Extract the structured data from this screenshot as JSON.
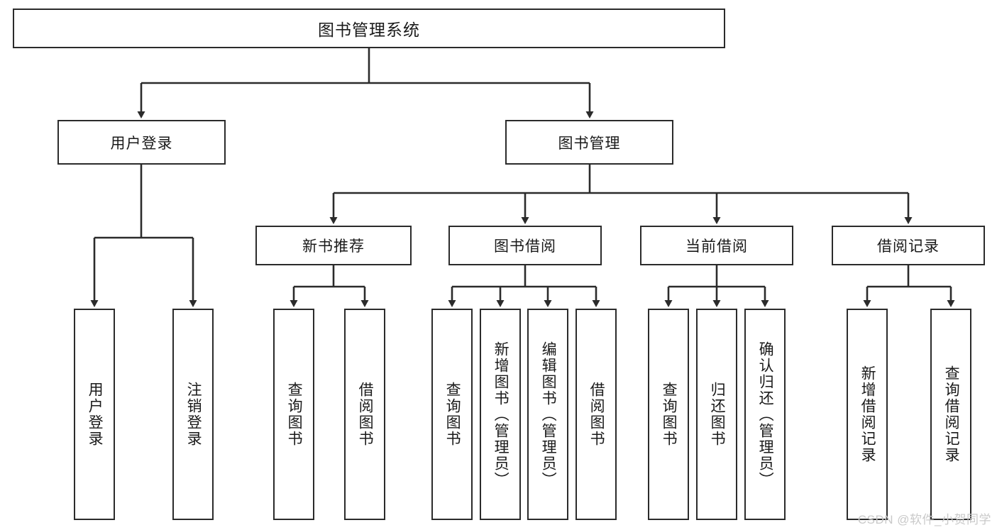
{
  "diagram": {
    "title": "图书管理系统",
    "type": "tree-hierarchy",
    "watermark": "CSDN @软件_小贺同学",
    "colors": {
      "box_border": "#2b2b2b",
      "box_fill": "#ffffff",
      "edge": "#2b2b2b",
      "text": "#1a1a1a",
      "watermark": "#c9c9c9"
    }
  },
  "root": {
    "label": "图书管理系统"
  },
  "level2": [
    {
      "label": "用户登录"
    },
    {
      "label": "图书管理"
    }
  ],
  "level3": [
    {
      "label": "新书推荐"
    },
    {
      "label": "图书借阅"
    },
    {
      "label": "当前借阅"
    },
    {
      "label": "借阅记录"
    }
  ],
  "leaves": {
    "user_login": [
      {
        "label": "用户登录"
      },
      {
        "label": "注销登录"
      }
    ],
    "new_book_recommend": [
      {
        "label": "查询图书"
      },
      {
        "label": "借阅图书"
      }
    ],
    "book_borrow": [
      {
        "label": "查询图书"
      },
      {
        "label": "新增图书（管理员）"
      },
      {
        "label": "编辑图书（管理员）"
      },
      {
        "label": "借阅图书"
      }
    ],
    "current_borrow": [
      {
        "label": "查询图书"
      },
      {
        "label": "归还图书"
      },
      {
        "label": "确认归还（管理员）"
      }
    ],
    "borrow_record": [
      {
        "label": "新增借阅记录"
      },
      {
        "label": "查询借阅记录"
      }
    ]
  }
}
